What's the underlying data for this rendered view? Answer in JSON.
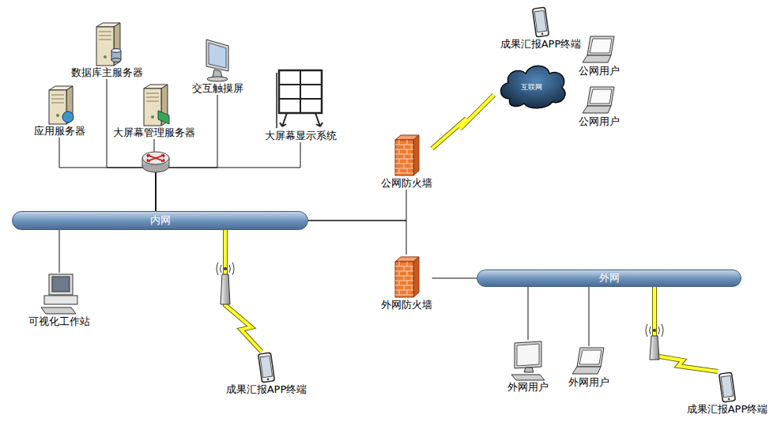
{
  "diagram": {
    "nodes": [
      {
        "text": [
          "数据库主服务器"
        ]
      },
      {
        "text": [
          "交互触摸屏"
        ]
      },
      {
        "text": [
          "应用服务器"
        ]
      },
      {
        "text": [
          "大屏幕管理服务器"
        ]
      },
      {
        "text": [
          "大屏幕显示系统"
        ]
      },
      {
        "text": [
          "内网"
        ]
      },
      {
        "text": [
          "可视化工作站"
        ]
      },
      {
        "text": [
          "成果汇报APP终端"
        ]
      },
      {
        "text": [
          "成果汇报APP终端"
        ]
      },
      {
        "text": [
          "公网用户"
        ]
      },
      {
        "text": [
          "公网用户"
        ]
      },
      {
        "text": [
          "互联网"
        ]
      },
      {
        "text": [
          "公网防火墙"
        ]
      },
      {
        "text": [
          "外网防火墙"
        ]
      },
      {
        "text": [
          "外网"
        ]
      },
      {
        "text": [
          "外网用户"
        ]
      },
      {
        "text": [
          "外网用户"
        ]
      },
      {
        "text": [
          "成果汇报APP终端"
        ]
      }
    ],
    "edges": [
      {
        "from": 0,
        "to": 5,
        "arrow": "none"
      },
      {
        "from": 1,
        "to": 5,
        "arrow": "none"
      },
      {
        "from": 2,
        "to": 5,
        "arrow": "none"
      },
      {
        "from": 3,
        "to": 5,
        "arrow": "none"
      },
      {
        "from": 4,
        "to": 5,
        "arrow": "none"
      },
      {
        "from": 6,
        "to": 5,
        "arrow": "none"
      },
      {
        "from": 5,
        "to": 7,
        "arrow": "none"
      },
      {
        "from": 5,
        "to": 12,
        "arrow": "none"
      },
      {
        "from": 5,
        "to": 13,
        "arrow": "none"
      },
      {
        "from": 12,
        "to": 11,
        "arrow": "none"
      },
      {
        "from": 13,
        "to": 14,
        "arrow": "none"
      },
      {
        "from": 14,
        "to": 15,
        "arrow": "none"
      },
      {
        "from": 14,
        "to": 16,
        "arrow": "none"
      },
      {
        "from": 14,
        "to": 17,
        "arrow": "none"
      }
    ]
  }
}
